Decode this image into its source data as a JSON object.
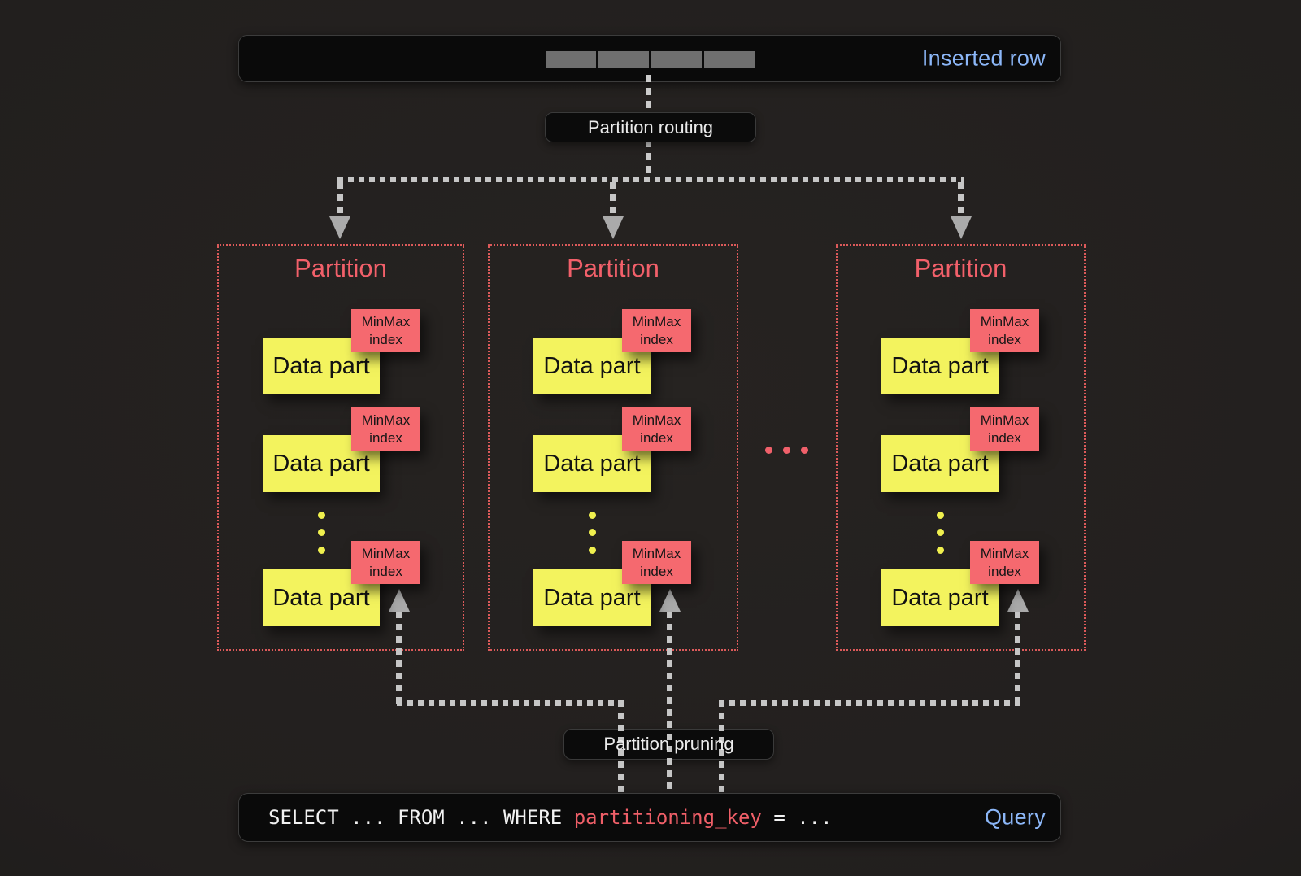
{
  "inserted_row_bar": {
    "label": "Inserted row"
  },
  "routing_pill": {
    "label": "Partition routing"
  },
  "pruning_pill": {
    "label": "Partition pruning"
  },
  "partitions": [
    {
      "title": "Partition",
      "parts": [
        {
          "label": "Data part",
          "index_label": "MinMax index"
        },
        {
          "label": "Data part",
          "index_label": "MinMax index"
        },
        {
          "label": "Data part",
          "index_label": "MinMax index"
        }
      ]
    },
    {
      "title": "Partition",
      "parts": [
        {
          "label": "Data part",
          "index_label": "MinMax index"
        },
        {
          "label": "Data part",
          "index_label": "MinMax index"
        },
        {
          "label": "Data part",
          "index_label": "MinMax index"
        }
      ]
    },
    {
      "title": "Partition",
      "parts": [
        {
          "label": "Data part",
          "index_label": "MinMax index"
        },
        {
          "label": "Data part",
          "index_label": "MinMax index"
        },
        {
          "label": "Data part",
          "index_label": "MinMax index"
        }
      ]
    }
  ],
  "query_bar": {
    "sql_prefix": "SELECT ... FROM ... WHERE ",
    "sql_key": "partitioning_key",
    "sql_suffix": " = ...",
    "label": "Query"
  },
  "colors": {
    "accent_blue": "#8cb7f8",
    "salmon_red": "#f2606a",
    "minmax_red": "#f5696f",
    "data_part_yellow": "#f3f35e",
    "connector_gray": "#c6c6c6",
    "partition_border_red": "#dc5a5a",
    "bar_background": "#0a0a0a"
  }
}
